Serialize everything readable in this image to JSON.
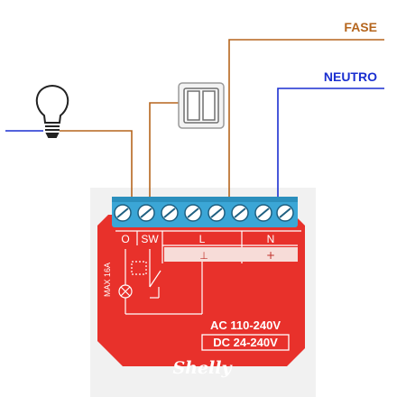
{
  "labels": {
    "fase": "FASE",
    "neutro": "NEUTRO"
  },
  "device": {
    "terminal_o": "O",
    "terminal_sw": "SW",
    "terminal_l": "L",
    "terminal_n": "N",
    "minus_sign": "⊥",
    "plus_sign": "+",
    "max_rating": "MAX 16A",
    "ac_rating": "AC 110-240V",
    "dc_rating": "DC 24-240V",
    "brand": "Shelly"
  },
  "icons": [
    "light-bulb-icon",
    "wall-switch-icon",
    "relay-symbol-icon",
    "lamp-cross-symbol-icon",
    "screw-terminal-icon"
  ],
  "colors": {
    "fase_wire": "#b5651d",
    "neutro_wire": "#1a2fd0",
    "device_body": "#e8312b",
    "terminal_block": "#3ba6d6",
    "fase_label": "#b5651d",
    "neutro_label": "#1a2fd0"
  }
}
